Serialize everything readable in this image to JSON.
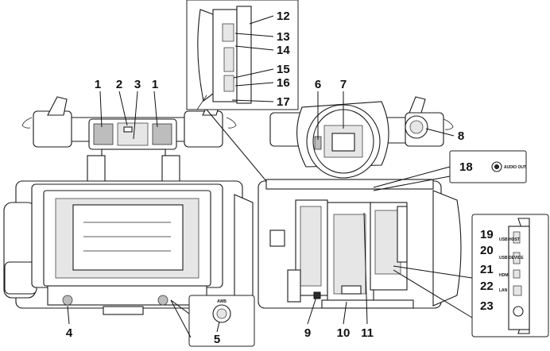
{
  "figure": {
    "left_view_callouts": [
      "1",
      "2",
      "3",
      "1",
      "4",
      "5"
    ],
    "top_inset_callouts": [
      "12",
      "13",
      "14",
      "15",
      "16",
      "17"
    ],
    "right_view_callouts": [
      "6",
      "7",
      "8",
      "9",
      "10",
      "11"
    ],
    "audio_inset": {
      "number": "18",
      "jack_label": "AUDIO OUT"
    },
    "awb_inset": {
      "button_label": "AWB"
    },
    "terminal_inset": {
      "numbers": [
        "19",
        "20",
        "21",
        "22",
        "23"
      ],
      "labels": [
        "USB HOST",
        "USB DEVICE",
        "HDMI",
        "LAN"
      ]
    }
  }
}
